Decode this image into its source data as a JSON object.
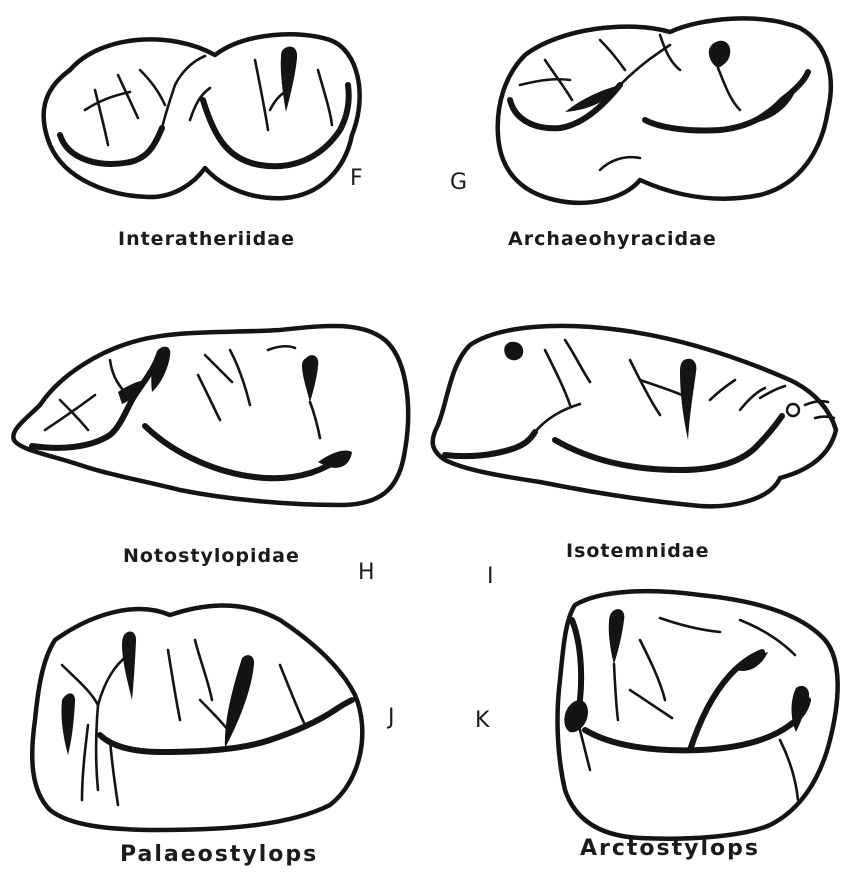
{
  "figure": {
    "panels": [
      {
        "letter": "F",
        "name": "Interatheriidae"
      },
      {
        "letter": "G",
        "name": "Archaeohyracidae"
      },
      {
        "letter": "H",
        "name": "Notostylopidae"
      },
      {
        "letter": "I",
        "name": "Isotemnidae"
      },
      {
        "letter": "J",
        "name": "Palaeostylops"
      },
      {
        "letter": "K",
        "name": "Arctostylops"
      }
    ]
  }
}
